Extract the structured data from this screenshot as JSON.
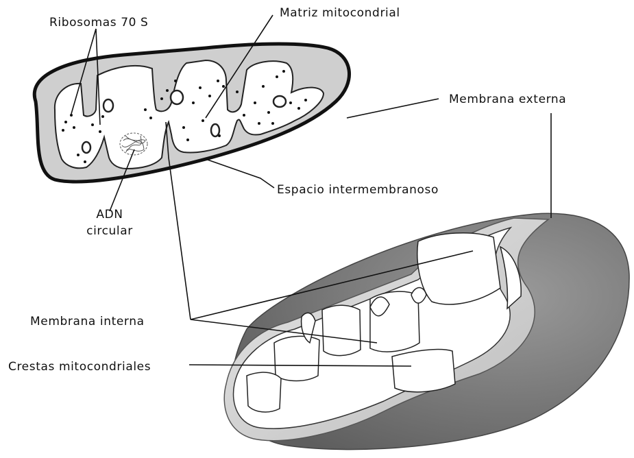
{
  "labels": {
    "ribosomes": "Ribosomas 70 S",
    "matrix": "Matriz mitocondrial",
    "outer_membrane": "Membrana externa",
    "intermembrane_space": "Espacio intermembranoso",
    "dna_line1": "ADN",
    "dna_line2": "circular",
    "inner_membrane": "Membrana interna",
    "cristae": "Crestas mitocondriales"
  },
  "colors": {
    "outline": "#111111",
    "membrane_fill": "#c8c8c8",
    "shell_dark": "#8a8a8a",
    "shell_light": "#d4d4d4",
    "matrix_fill": "#ffffff"
  }
}
